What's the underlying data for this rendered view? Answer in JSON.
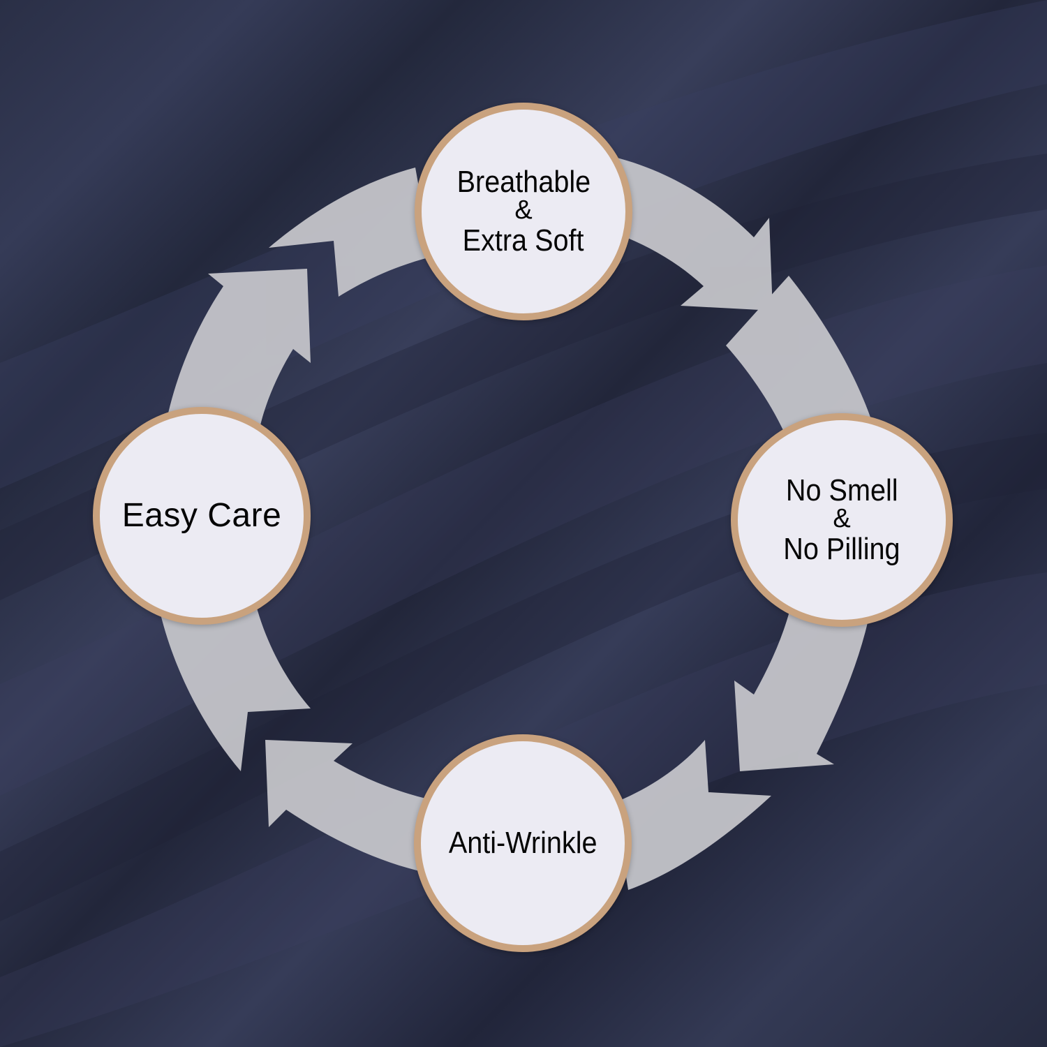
{
  "colors": {
    "background": "#2c3148",
    "fold_highlight": "#3a4060",
    "fold_shadow": "#1f2336",
    "arrow": "#c4c4c9",
    "badge_fill": "#ecebf3",
    "badge_ring": "#c9a27e",
    "text": "#050505"
  },
  "features": {
    "top": {
      "line1": "Breathable",
      "amp": "&",
      "line2": "Extra Soft"
    },
    "right": {
      "line1": "No Smell",
      "amp": "&",
      "line2": "No Pilling"
    },
    "bottom": {
      "label": "Anti-Wrinkle"
    },
    "left": {
      "label": "Easy Care"
    }
  }
}
